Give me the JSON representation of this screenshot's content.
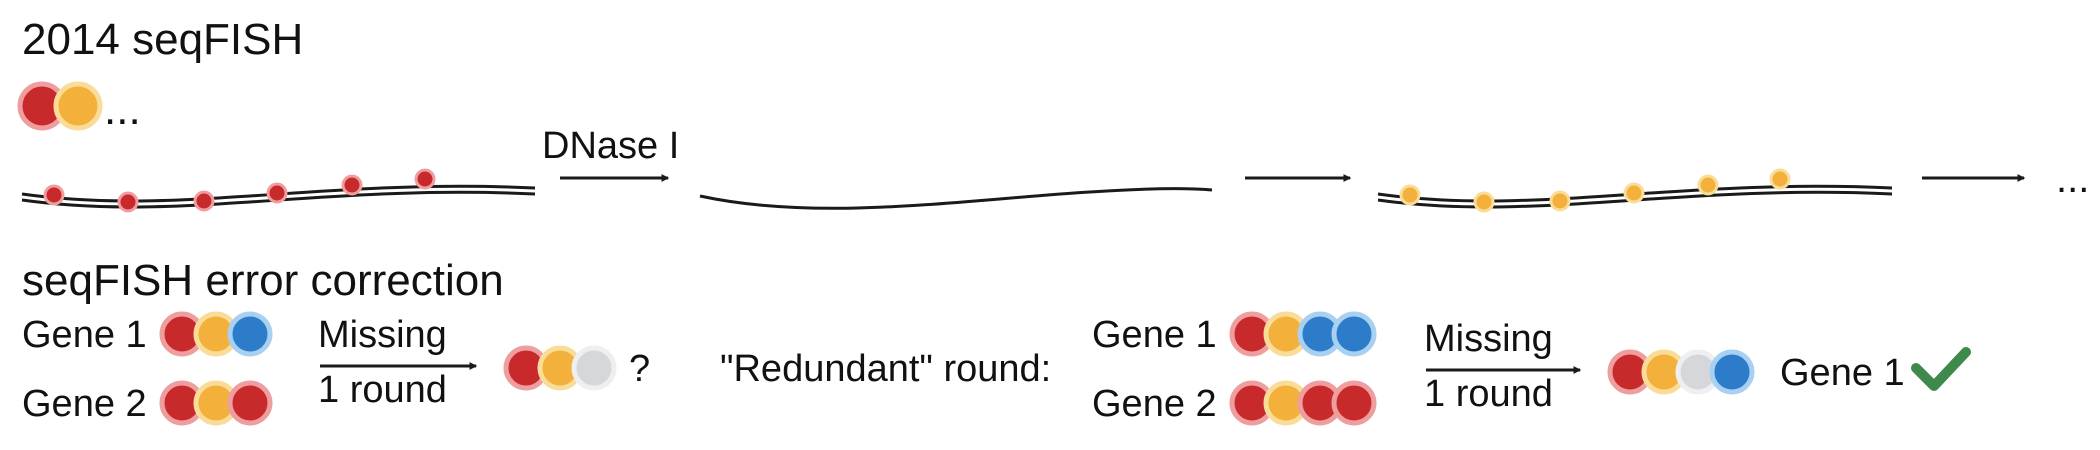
{
  "colors": {
    "red": "#c8292b",
    "red_ring": "#ef9e9f",
    "yellow": "#f3b13c",
    "yellow_ring": "#f9dc97",
    "blue": "#2d7cc9",
    "blue_ring": "#a8d0f1",
    "gray": "#d6d7da",
    "gray_ring": "#eeeff0",
    "check": "#3d8a4c",
    "line": "#1a1a1a"
  },
  "top": {
    "title": "2014 seqFISH",
    "legend_ellipsis": "...",
    "arrow1_label": "DNase I",
    "end_ellipsis": "..."
  },
  "bottom": {
    "title": "seqFISH error correction",
    "gene1_label": "Gene 1",
    "gene2_label": "Gene 2",
    "missing_line1": "Missing",
    "missing_line2": "1 round",
    "question": "?",
    "redundant_label": "\"Redundant\" round:",
    "result_label": "Gene 1"
  }
}
